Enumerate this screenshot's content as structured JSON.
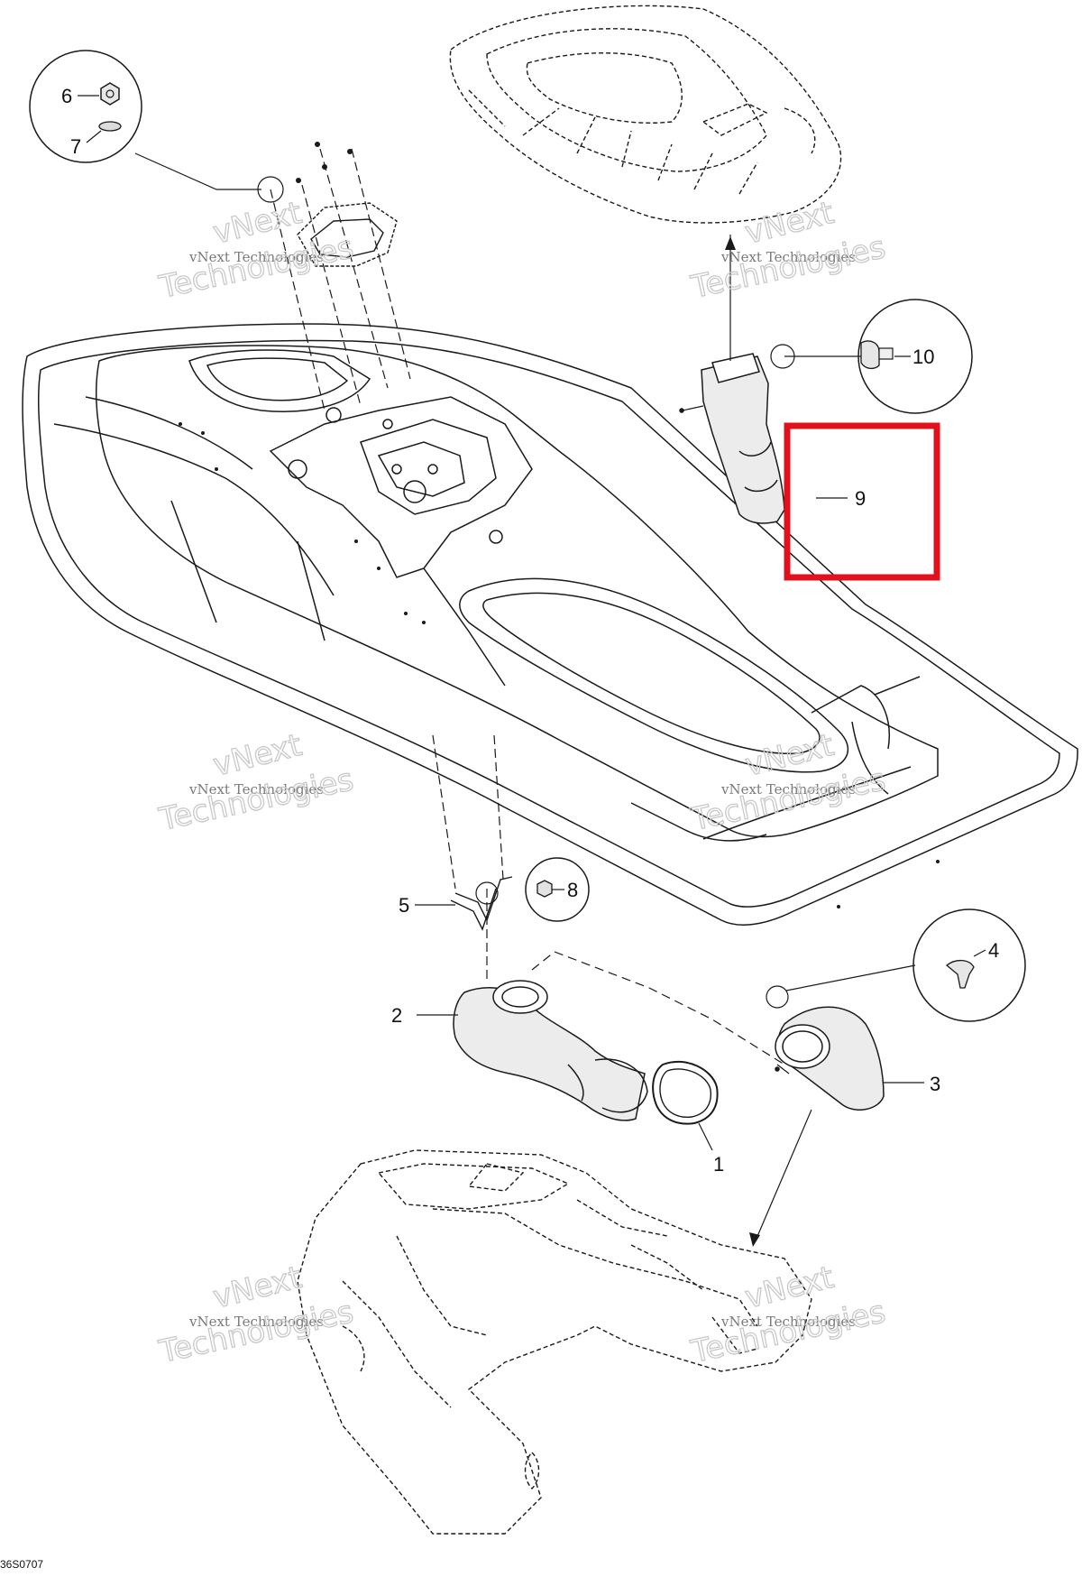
{
  "callouts": [
    {
      "id": "1",
      "label": "1"
    },
    {
      "id": "2",
      "label": "2"
    },
    {
      "id": "3",
      "label": "3"
    },
    {
      "id": "4",
      "label": "4"
    },
    {
      "id": "5",
      "label": "5"
    },
    {
      "id": "6",
      "label": "6"
    },
    {
      "id": "7",
      "label": "7"
    },
    {
      "id": "8",
      "label": "8"
    },
    {
      "id": "9",
      "label": "9"
    },
    {
      "id": "10",
      "label": "10"
    }
  ],
  "watermark": {
    "line1": "vNext",
    "line2": "vNext Technologies",
    "line3": "Technologies"
  },
  "reference_code": "36S0707",
  "colors": {
    "highlight_box": "#e0101c",
    "line_art": "#1a1a1a",
    "watermark": "#9a9a9a"
  }
}
